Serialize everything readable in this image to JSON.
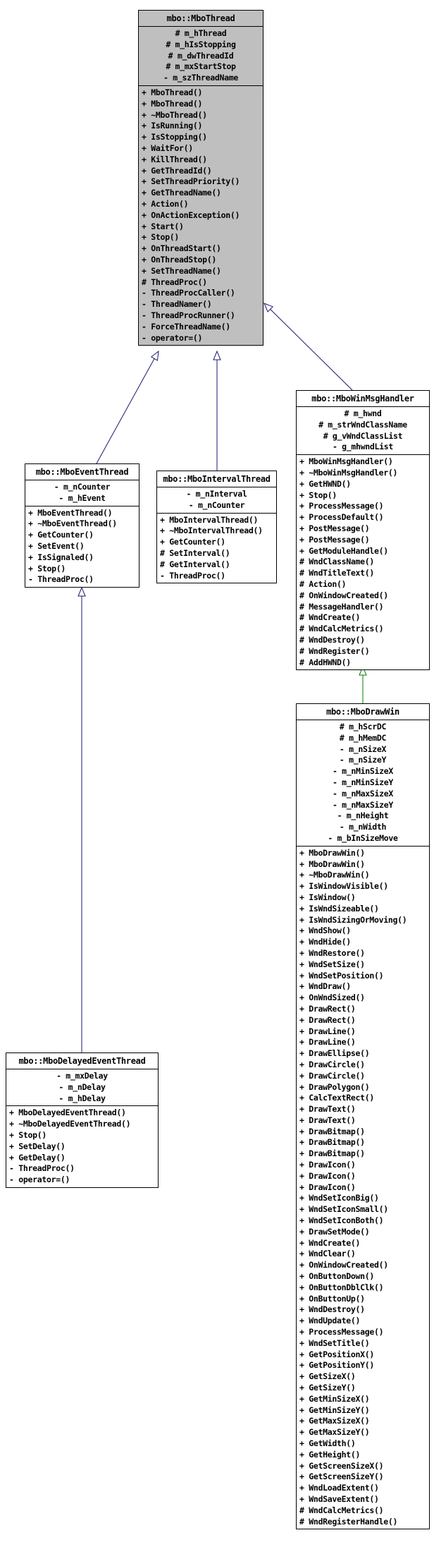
{
  "colors": {
    "background": "#ffffff",
    "box_border": "#000000",
    "highlight_fill": "#bfbfbf",
    "box_fill": "#ffffff",
    "inheritance_blue": "#191970",
    "inheritance_green": "#008000",
    "arrowhead_fill": "#ffffff"
  },
  "classes": [
    {
      "id": "thread",
      "title": "mbo::MboThread",
      "attributes": [
        "# m_hThread",
        "# m_hIsStopping",
        "# m_dwThreadId",
        "# m_mxStartStop",
        "- m_szThreadName"
      ],
      "methods": [
        "+ MboThread()",
        "+ MboThread()",
        "+ ~MboThread()",
        "+ IsRunning()",
        "+ IsStopping()",
        "+ WaitFor()",
        "+ KillThread()",
        "+ GetThreadId()",
        "+ SetThreadPriority()",
        "+ GetThreadName()",
        "+ Action()",
        "+ OnActionException()",
        "+ Start()",
        "+ Stop()",
        "+ OnThreadStart()",
        "+ OnThreadStop()",
        "+ SetThreadName()",
        "# ThreadProc()",
        "- ThreadProcCaller()",
        "- ThreadNamer()",
        "- ThreadProcRunner()",
        "- ForceThreadName()",
        "- operator=()"
      ]
    },
    {
      "id": "event",
      "title": "mbo::MboEventThread",
      "attributes": [
        "- m_nCounter",
        "- m_hEvent"
      ],
      "methods": [
        "+ MboEventThread()",
        "+ ~MboEventThread()",
        "+ GetCounter()",
        "+ SetEvent()",
        "+ IsSignaled()",
        "+ Stop()",
        "- ThreadProc()"
      ]
    },
    {
      "id": "interval",
      "title": "mbo::MboIntervalThread",
      "attributes": [
        "- m_nInterval",
        "- m_nCounter"
      ],
      "methods": [
        "+ MboIntervalThread()",
        "+ ~MboIntervalThread()",
        "+ GetCounter()",
        "# SetInterval()",
        "# GetInterval()",
        "- ThreadProc()"
      ]
    },
    {
      "id": "winmsg",
      "title": "mbo::MboWinMsgHandler",
      "attributes": [
        "# m_hwnd",
        "# m_strWndClassName",
        "# g_vWndClassList",
        "- g_mhwndList"
      ],
      "methods": [
        "+ MboWinMsgHandler()",
        "+ ~MboWinMsgHandler()",
        "+ GetHWND()",
        "+ Stop()",
        "+ ProcessMessage()",
        "+ ProcessDefault()",
        "+ PostMessage()",
        "+ PostMessage()",
        "+ GetModuleHandle()",
        "# WndClassName()",
        "# WndTitleText()",
        "# Action()",
        "# OnWindowCreated()",
        "# MessageHandler()",
        "# WndCreate()",
        "# WndCalcMetrics()",
        "# WndDestroy()",
        "# WndRegister()",
        "# AddHWND()"
      ]
    },
    {
      "id": "drawwin",
      "title": "mbo::MboDrawWin",
      "attributes": [
        "# m_hScrDC",
        "# m_hMemDC",
        "- m_nSizeX",
        "- m_nSizeY",
        "- m_nMinSizeX",
        "- m_nMinSizeY",
        "- m_nMaxSizeX",
        "- m_nMaxSizeY",
        "- m_nHeight",
        "- m_nWidth",
        "- m_bInSizeMove"
      ],
      "methods": [
        "+ MboDrawWin()",
        "+ MboDrawWin()",
        "+ ~MboDrawWin()",
        "+ IsWindowVisible()",
        "+ IsWindow()",
        "+ IsWndSizeable()",
        "+ IsWndSizingOrMoving()",
        "+ WndShow()",
        "+ WndHide()",
        "+ WndRestore()",
        "+ WndSetSize()",
        "+ WndSetPosition()",
        "+ WndDraw()",
        "+ OnWndSized()",
        "+ DrawRect()",
        "+ DrawRect()",
        "+ DrawLine()",
        "+ DrawLine()",
        "+ DrawEllipse()",
        "+ DrawCircle()",
        "+ DrawCircle()",
        "+ DrawPolygon()",
        "+ CalcTextRect()",
        "+ DrawText()",
        "+ DrawText()",
        "+ DrawBitmap()",
        "+ DrawBitmap()",
        "+ DrawBitmap()",
        "+ DrawIcon()",
        "+ DrawIcon()",
        "+ DrawIcon()",
        "+ WndSetIconBig()",
        "+ WndSetIconSmall()",
        "+ WndSetIconBoth()",
        "+ DrawSetMode()",
        "+ WndCreate()",
        "+ WndClear()",
        "+ OnWindowCreated()",
        "+ OnButtonDown()",
        "+ OnButtonDblClk()",
        "+ OnButtonUp()",
        "+ WndDestroy()",
        "+ WndUpdate()",
        "+ ProcessMessage()",
        "+ WndSetTitle()",
        "+ GetPositionX()",
        "+ GetPositionY()",
        "+ GetSizeX()",
        "+ GetSizeY()",
        "+ GetMinSizeX()",
        "+ GetMinSizeY()",
        "+ GetMaxSizeX()",
        "+ GetMaxSizeY()",
        "+ GetWidth()",
        "+ GetHeight()",
        "+ GetScreenSizeX()",
        "+ GetScreenSizeY()",
        "+ WndLoadExtent()",
        "+ WndSaveExtent()",
        "# WndCalcMetrics()",
        "# WndRegisterHandle()"
      ]
    },
    {
      "id": "delayed",
      "title": "mbo::MboDelayedEventThread",
      "attributes": [
        "- m_mxDelay",
        "- m_nDelay",
        "- m_hDelay"
      ],
      "methods": [
        "+ MboDelayedEventThread()",
        "+ ~MboDelayedEventThread()",
        "+ Stop()",
        "+ SetDelay()",
        "+ GetDelay()",
        "- ThreadProc()",
        "- operator=()"
      ]
    }
  ],
  "relations": [
    {
      "from": "mbo::MboEventThread",
      "to": "mbo::MboThread",
      "type": "inheritance",
      "color": "#191970"
    },
    {
      "from": "mbo::MboIntervalThread",
      "to": "mbo::MboThread",
      "type": "inheritance",
      "color": "#191970"
    },
    {
      "from": "mbo::MboWinMsgHandler",
      "to": "mbo::MboThread",
      "type": "inheritance",
      "color": "#191970"
    },
    {
      "from": "mbo::MboDelayedEventThread",
      "to": "mbo::MboEventThread",
      "type": "inheritance",
      "color": "#191970"
    },
    {
      "from": "mbo::MboDrawWin",
      "to": "mbo::MboWinMsgHandler",
      "type": "inheritance",
      "color": "#008000"
    }
  ]
}
